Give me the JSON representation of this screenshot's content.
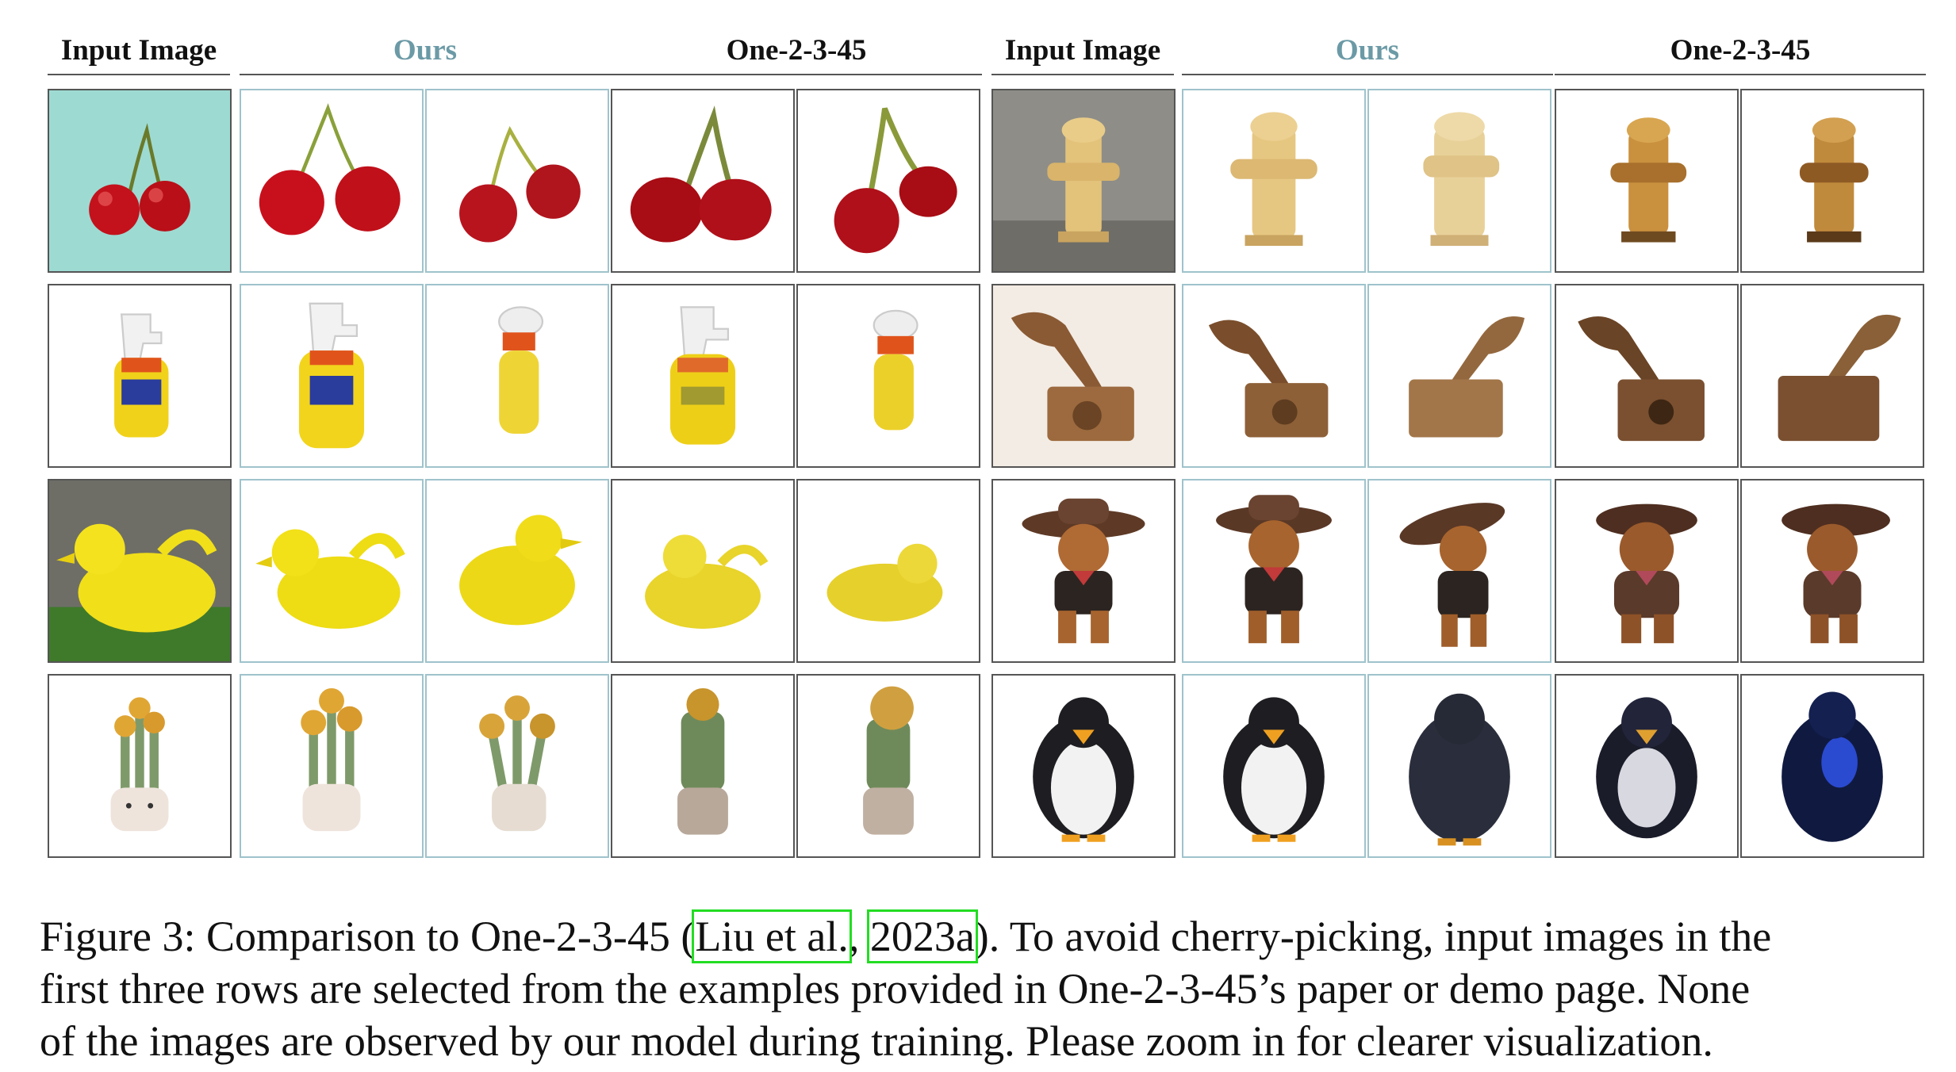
{
  "headers": {
    "left_input": "Input Image",
    "left_ours": "Ours",
    "left_baseline": "One-2-3-45",
    "right_input": "Input Image",
    "right_ours": "Ours",
    "right_baseline": "One-2-3-45"
  },
  "colors": {
    "ours_header": "#6b9aa6",
    "citation_box": "#22dd22",
    "cell_border_ours": "#9fc3cc"
  },
  "caption": {
    "line1_prefix": "Figure 3: Comparison to One-2-3-45 (",
    "cite_author": "Liu et al.",
    "cite_sep": ", ",
    "cite_year": "2023a",
    "line1_suffix": "). To avoid cherry-picking, input images in the",
    "line2": "first three rows are selected from the examples provided in One-2-3-45’s paper or demo page. None",
    "line3": "of the images are observed by our model during training. Please zoom in for clearer visualization."
  }
}
